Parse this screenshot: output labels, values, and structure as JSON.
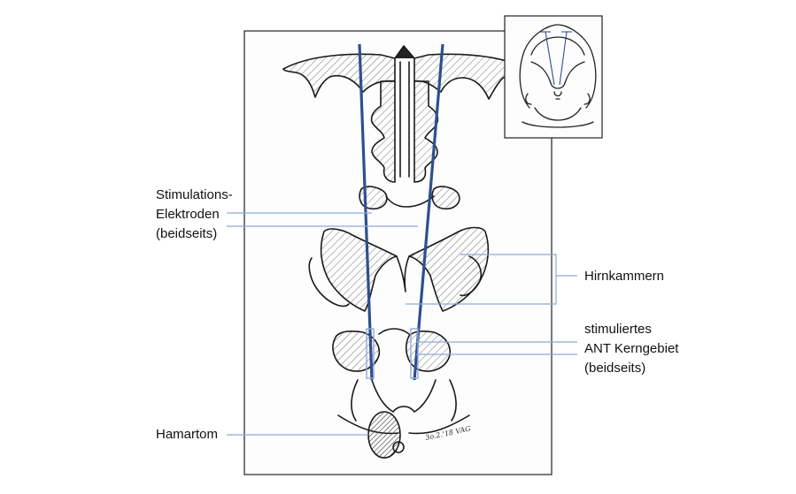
{
  "labels": {
    "electrodes": [
      "Stimulations-",
      "Elektroden",
      "(beidseits)"
    ],
    "ventricles": "Hirnkammern",
    "ant_nucleus": [
      "stimuliertes",
      "ANT Kerngebiet",
      "(beidseits)"
    ],
    "hamartoma": "Hamartom"
  },
  "signature": "3o.2.'18 VAG",
  "colors": {
    "electrode": "#2f4f8f",
    "leader": "#8fa8d8",
    "sketch": "#1a1a1a",
    "hatch": "#666666",
    "frame": "#222222"
  }
}
